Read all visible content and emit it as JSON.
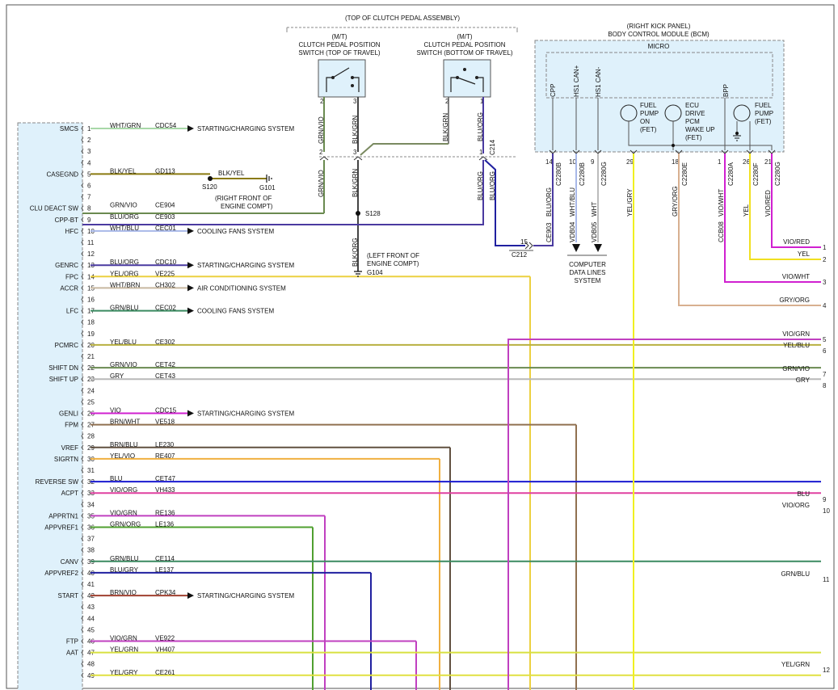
{
  "module": {
    "left_pins": [
      {
        "pin": "1",
        "label": "SMCS",
        "color": "WHT/GRN",
        "circuit": "CDC54",
        "dest": "STARTING/CHARGING SYSTEM",
        "stroke": "#a8d8a8"
      },
      {
        "pin": "2"
      },
      {
        "pin": "3"
      },
      {
        "pin": "4"
      },
      {
        "pin": "5",
        "label": "CASEGND",
        "color": "BLK/YEL",
        "circuit": "GD113",
        "stroke": "#8a7a10"
      },
      {
        "pin": "6"
      },
      {
        "pin": "7"
      },
      {
        "pin": "8",
        "label": "CLU DEACT SW",
        "color": "GRN/VIO",
        "circuit": "CE904",
        "stroke": "#6a8a50"
      },
      {
        "pin": "9",
        "label": "CPP-BT",
        "color": "BLU/ORG",
        "circuit": "CE903",
        "stroke": "#4a3aa0"
      },
      {
        "pin": "10",
        "label": "HFC",
        "color": "WHT/BLU",
        "circuit": "CEC01",
        "dest": "COOLING FANS SYSTEM",
        "stroke": "#a8b8e8"
      },
      {
        "pin": "11"
      },
      {
        "pin": "12"
      },
      {
        "pin": "13",
        "label": "GENRC",
        "color": "BLU/ORG",
        "circuit": "CDC10",
        "dest": "STARTING/CHARGING SYSTEM",
        "stroke": "#4a3aa0"
      },
      {
        "pin": "14",
        "label": "FPC",
        "color": "YEL/ORG",
        "circuit": "VE225",
        "stroke": "#ecd040"
      },
      {
        "pin": "15",
        "label": "ACCR",
        "color": "WHT/BRN",
        "circuit": "CH302",
        "dest": "AIR CONDITIONING SYSTEM",
        "stroke": "#c8b8a0"
      },
      {
        "pin": "16"
      },
      {
        "pin": "17",
        "label": "LFC",
        "color": "GRN/BLU",
        "circuit": "CEC02",
        "dest": "COOLING FANS SYSTEM",
        "stroke": "#3a8a60"
      },
      {
        "pin": "18"
      },
      {
        "pin": "19"
      },
      {
        "pin": "20",
        "label": "PCMRC",
        "color": "YEL/BLU",
        "circuit": "CE302",
        "stroke": "#b8b040"
      },
      {
        "pin": "21"
      },
      {
        "pin": "22",
        "label": "SHIFT DN",
        "color": "GRN/VIO",
        "circuit": "CET42",
        "stroke": "#6a8a50"
      },
      {
        "pin": "23",
        "label": "SHIFT UP",
        "color": "GRY",
        "circuit": "CET43",
        "stroke": "#b8b8b8"
      },
      {
        "pin": "24"
      },
      {
        "pin": "25"
      },
      {
        "pin": "26",
        "label": "GENLI",
        "color": "VIO",
        "circuit": "CDC15",
        "dest": "STARTING/CHARGING SYSTEM",
        "stroke": "#d020d0"
      },
      {
        "pin": "27",
        "label": "FPM",
        "color": "BRN/WHT",
        "circuit": "VE518",
        "stroke": "#907050"
      },
      {
        "pin": "28"
      },
      {
        "pin": "29",
        "label": "VREF",
        "color": "BRN/BLU",
        "circuit": "LE230",
        "stroke": "#605040"
      },
      {
        "pin": "30",
        "label": "SIGRTN",
        "color": "YEL/VIO",
        "circuit": "RE407",
        "stroke": "#f0b040"
      },
      {
        "pin": "31"
      },
      {
        "pin": "32",
        "label": "REVERSE SW",
        "color": "BLU",
        "circuit": "CET47",
        "stroke": "#1a1ad0"
      },
      {
        "pin": "33",
        "label": "ACPT",
        "color": "VIO/ORG",
        "circuit": "VH433",
        "stroke": "#e040a0"
      },
      {
        "pin": "34"
      },
      {
        "pin": "35",
        "label": "APPRTN1",
        "color": "VIO/GRN",
        "circuit": "RE136",
        "stroke": "#c040c0"
      },
      {
        "pin": "36",
        "label": "APPVREF1",
        "color": "GRN/ORG",
        "circuit": "LE136",
        "stroke": "#50a030"
      },
      {
        "pin": "37"
      },
      {
        "pin": "38"
      },
      {
        "pin": "39",
        "label": "CANV",
        "color": "GRN/BLU",
        "circuit": "CE114",
        "stroke": "#3a8a60"
      },
      {
        "pin": "40",
        "label": "APPVREF2",
        "color": "BLU/GRY",
        "circuit": "LE137",
        "stroke": "#2020a0"
      },
      {
        "pin": "41"
      },
      {
        "pin": "42",
        "label": "START",
        "color": "BRN/VIO",
        "circuit": "CPK34",
        "dest": "STARTING/CHARGING SYSTEM",
        "stroke": "#a04030"
      },
      {
        "pin": "43"
      },
      {
        "pin": "44"
      },
      {
        "pin": "45"
      },
      {
        "pin": "46",
        "label": "FTP",
        "color": "VIO/GRN",
        "circuit": "VE922",
        "stroke": "#c040c0"
      },
      {
        "pin": "47",
        "label": "AAT",
        "color": "YEL/GRN",
        "circuit": "VH407",
        "stroke": "#d8e040"
      },
      {
        "pin": "48"
      },
      {
        "pin": "49",
        "label": "",
        "color": "YEL/GRY",
        "circuit": "CE261",
        "stroke": "#e0e040"
      }
    ]
  },
  "clutch": {
    "title": "(TOP OF CLUTCH PEDAL ASSEMBLY)",
    "sw1": {
      "line1": "(M/T)",
      "line2": "CLUTCH PEDAL POSITION",
      "line3": "SWITCH (TOP OF TRAVEL)"
    },
    "sw2": {
      "line1": "(M/T)",
      "line2": "CLUTCH PEDAL POSITION",
      "line3": "SWITCH (BOTTOM OF TRAVEL)"
    },
    "c214": "C214",
    "s120": "S120",
    "g101": "G101",
    "g101_loc1": "(RIGHT FRONT OF",
    "g101_loc2": "ENGINE COMPT)",
    "s128": "S128",
    "g104": "G104",
    "g104_loc1": "(LEFT FRONT OF",
    "g104_loc2": "ENGINE COMPT)",
    "blk_yel": "BLK/YEL",
    "wires": {
      "grn_vio": "GRN/VIO",
      "blk_grn": "BLK/GRN",
      "blk_org": "BLK/ORG",
      "blu_org": "BLU/ORG"
    },
    "c212": "C212",
    "c212_pin": "15",
    "ce903": "CE903"
  },
  "bcm": {
    "header1": "(RIGHT KICK PANEL)",
    "header2": "BODY CONTROL MODULE (BCM)",
    "micro": "MICRO",
    "cpp": "CPP",
    "hs1p": "HS1 CAN+",
    "hs1m": "HS1 CAN-",
    "bpp": "BPP",
    "fuel_on": [
      "FUEL",
      "PUMP",
      "ON",
      "(FET)"
    ],
    "ecu": [
      "ECU",
      "DRIVE",
      "PCM",
      "WAKE UP",
      "(FET)"
    ],
    "fuel_fet": [
      "FUEL",
      "PUMP",
      "(FET)"
    ],
    "computer": [
      "COMPUTER",
      "DATA LINES",
      "SYSTEM"
    ],
    "pins": [
      {
        "num": "14",
        "conn": "C2280B",
        "color": "BLU/ORG",
        "circuit": "CE903"
      },
      {
        "num": "10",
        "conn": "C2280B",
        "color": "WHT/BLU",
        "circuit": "VDB04"
      },
      {
        "num": "9",
        "conn": "C2280G",
        "color": "WHT",
        "circuit": "VDB05"
      },
      {
        "num": "29",
        "conn": "",
        "color": "YEL/GRY",
        "circuit": ""
      },
      {
        "num": "18",
        "conn": "C2280E",
        "color": "GRY/ORG",
        "circuit": ""
      },
      {
        "num": "1",
        "conn": "C2280A",
        "color": "VIO/WHT",
        "circuit": "CCB08"
      },
      {
        "num": "26",
        "conn": "C2280F",
        "color": "YEL",
        "circuit": ""
      },
      {
        "num": "21",
        "conn": "C2280G",
        "color": "VIO/RED",
        "circuit": ""
      }
    ]
  },
  "right_wires": [
    {
      "num": "1",
      "label": "VIO/RED",
      "stroke": "#d020d0"
    },
    {
      "num": "2",
      "label": "YEL",
      "stroke": "#f0e020"
    },
    {
      "num": "3",
      "label": "VIO/WHT",
      "stroke": "#d020d0"
    },
    {
      "num": "4",
      "label": "GRY/ORG",
      "stroke": "#d8b090"
    },
    {
      "num": "5",
      "label": "VIO/GRN",
      "stroke": "#c040c0"
    },
    {
      "num": "6",
      "label": "YEL/BLU",
      "stroke": "#b8b040"
    },
    {
      "num": "7",
      "label": "GRN/VIO",
      "stroke": "#6a8a50"
    },
    {
      "num": "8",
      "label": "GRY",
      "stroke": "#b8b8b8"
    },
    {
      "num": "9",
      "label": "BLU",
      "stroke": "#1a1ad0"
    },
    {
      "num": "10",
      "label": "VIO/ORG",
      "stroke": "#e040a0"
    },
    {
      "num": "11",
      "label": "GRN/BLU",
      "stroke": "#3a8a60"
    },
    {
      "num": "12",
      "label": "YEL/GRN",
      "stroke": "#d8e040"
    }
  ]
}
